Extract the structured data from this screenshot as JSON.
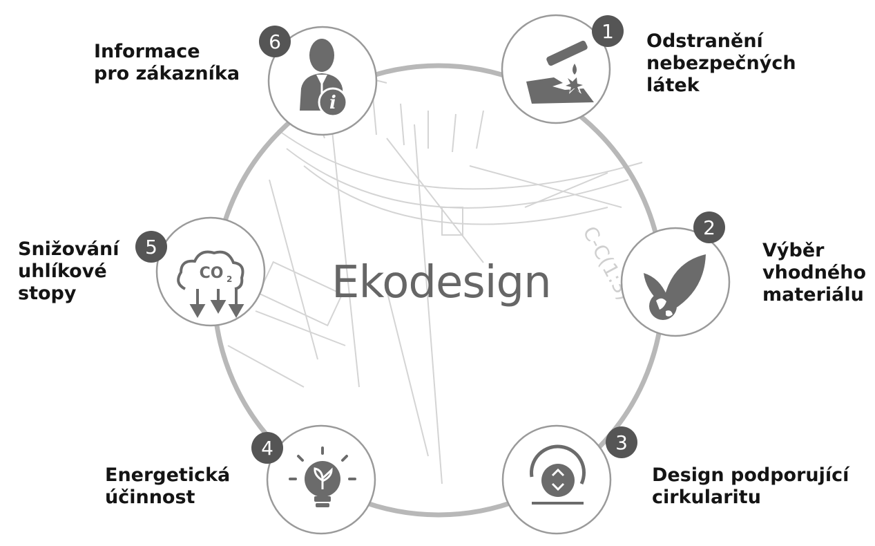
{
  "title": "Ekodesign",
  "colors": {
    "icon": "#6b6b6b",
    "badge": "#555555",
    "ring": "#b8b8b8",
    "circle_border": "#9a9a9a",
    "label": "#141414",
    "title": "#666666"
  },
  "steps": [
    {
      "number": "1",
      "icon": "chemical-hand-icon",
      "lines": [
        "Odstranění",
        "nebezpečných",
        "látek"
      ]
    },
    {
      "number": "2",
      "icon": "leaf-globe-icon",
      "lines": [
        "Výběr",
        "vhodného",
        "materiálu"
      ]
    },
    {
      "number": "3",
      "icon": "recycle-circularity-icon",
      "lines": [
        "Design podporující",
        "cirkularitu"
      ]
    },
    {
      "number": "4",
      "icon": "lightbulb-plant-icon",
      "lines": [
        "Energetická",
        "účinnost"
      ]
    },
    {
      "number": "5",
      "icon": "co2-cloud-icon",
      "lines": [
        "Snižování",
        "uhlíkové",
        "stopy"
      ]
    },
    {
      "number": "6",
      "icon": "person-info-icon",
      "lines": [
        "Informace",
        "pro zákazníka"
      ]
    }
  ],
  "background_text": "C-C(1:3)"
}
